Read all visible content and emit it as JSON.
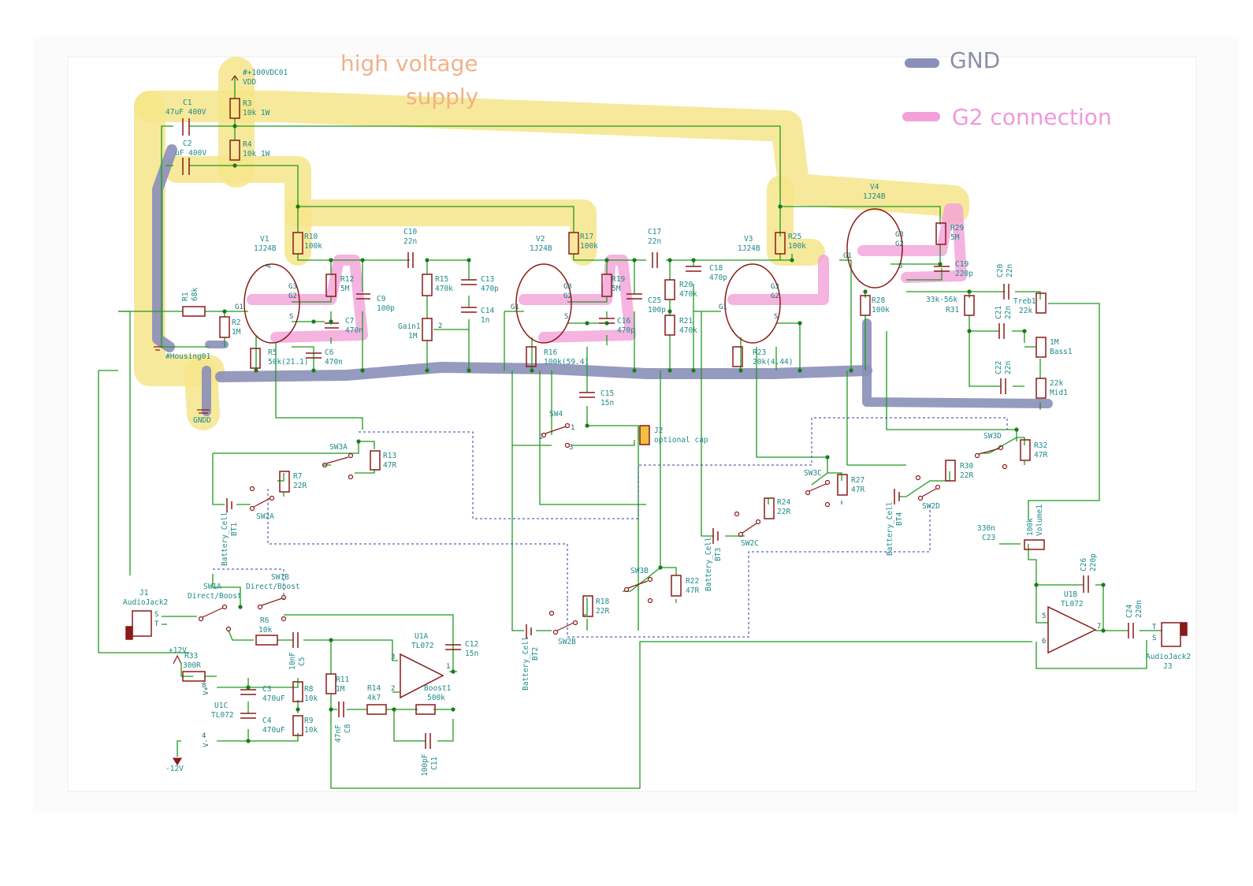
{
  "annotations": {
    "hv_line1": "high voltage",
    "hv_line2": "supply",
    "gnd_legend": "GND",
    "g2_legend": "G2 connection"
  },
  "colors": {
    "background": "#ffffff",
    "sheet_border": "#e6e6e6",
    "wire": "#1f9a1f",
    "component": "#8b1a1a",
    "ref_text": "#1f8a8a",
    "junction": "#1a7a1a",
    "dashed_bus": "#3a3aa8",
    "hv_highlight": "#f6e58a",
    "hv_text": "#f0b28a",
    "gnd_highlight": "#8a8fb8",
    "g2_highlight": "#f3a0d8",
    "gnd_text": "#8a8fa8",
    "g2_text": "#ee99dd"
  },
  "labels": {
    "supply_net": "#+100VDC01",
    "vdd": "VDD",
    "c1": "C1",
    "c1_val": "47uF 400V",
    "c2": "C2",
    "c2_val": "uF 400V",
    "r3": "R3",
    "r3_val": "10k 1W",
    "r4": "R4",
    "r4_val": "10k 1W",
    "r1": "R1",
    "r1_val": "68k",
    "r2": "R2",
    "r2_val": "1M",
    "housing": "#Housing01",
    "gndd": "GNDD",
    "v1": "V1",
    "v1_type": "1J24B",
    "v2": "V2",
    "v2_type": "1J24B",
    "v3": "V3",
    "v3_type": "1J24B",
    "v4": "V4",
    "v4_type": "1J24B",
    "r10": "R10",
    "r10_val": "100k",
    "r12": "R12",
    "r12_val": "5M",
    "c7": "C7",
    "c7_val": "470n",
    "c9": "C9",
    "c9_val": "100p",
    "c10": "C10",
    "c10_val": "22n",
    "r15": "R15",
    "r15_val": "470k",
    "c13": "C13",
    "c13_val": "470p",
    "c14": "C14",
    "c14_val": "1n",
    "gain1": "Gain1",
    "gain1_val": "1M",
    "r5": "R5",
    "r5_val": "50k(21.1)",
    "c6": "C6",
    "c6_val": "470n",
    "r17": "R17",
    "r17_val": "100k",
    "r19": "R19",
    "r19_val": "5M",
    "c16": "C16",
    "c16_val": "470p",
    "c25": "C25",
    "c25_val": "100p",
    "c17": "C17",
    "c17_val": "22n",
    "r20": "R20",
    "r20_val": "470k",
    "r21": "R21",
    "r21_val": "470k",
    "c18": "C18",
    "c18_val": "470p",
    "r16": "R16",
    "r16_val": "100k(59.4)",
    "c15": "C15",
    "c15_val": "15n",
    "sw4": "SW4",
    "j2": "J2",
    "j2_val": "optional cap",
    "r25": "R25",
    "r25_val": "100k",
    "r23": "R23",
    "r23_val": "20k(4.44)",
    "r29": "R29",
    "r29_val": "5M",
    "c19": "C19",
    "c19_val": "220p",
    "r28": "R28",
    "r28_val": "100k",
    "r31": "R31",
    "r31_val": "33k-56k",
    "c20": "C20",
    "c20_val": "22n",
    "c21": "C21",
    "c21_val": "22n",
    "c22": "C22",
    "c22_val": "22n",
    "treb1": "Treb1",
    "treb1_val": "22k",
    "bass1": "Bass1",
    "bass1_val": "1M",
    "mid1": "Mid1",
    "mid1_val": "22k",
    "sw3a": "SW3A",
    "r13": "R13",
    "r13_val": "47R",
    "r7": "R7",
    "r7_val": "22R",
    "sw2a": "SW2A",
    "bt1": "BT1",
    "bt1_val": "Battery_Cell",
    "sw3b": "SW3B",
    "r22": "R22",
    "r22_val": "47R",
    "r18": "R18",
    "r18_val": "22R",
    "sw2b": "SW2B",
    "bt2": "BT2",
    "bt2_val": "Battery_Cell",
    "sw3c": "SW3C",
    "r27": "R27",
    "r27_val": "47R",
    "r24": "R24",
    "r24_val": "22R",
    "sw2c": "SW2C",
    "bt3": "BT3",
    "bt3_val": "Battery_Cell",
    "sw3d": "SW3D",
    "r32": "R32",
    "r32_val": "47R",
    "r30": "R30",
    "r30_val": "22R",
    "sw2d": "SW2D",
    "bt4": "BT4",
    "bt4_val": "Battery_Cell",
    "j1": "J1",
    "j1_val": "AudioJack2",
    "sw1a": "SW1A",
    "sw1a_val": "Direct/Boost",
    "sw1b": "SW1B",
    "sw1b_val": "Direct/Boost",
    "r6": "R6",
    "r6_val": "10k",
    "c5": "C5",
    "c5_val": "10nF",
    "u1a": "U1A",
    "u1a_val": "TL072",
    "c12": "C12",
    "c12_val": "15n",
    "r11": "R11",
    "r11_val": "1M",
    "r14": "R14",
    "r14_val": "4k7",
    "boost1": "Boost1",
    "boost1_val": "500k",
    "c8": "C8",
    "c8_val": "47nF",
    "c11": "C11",
    "c11_val": "100pF",
    "plus12": "+12V",
    "r33": "R33",
    "r33_val": "300R",
    "u1c": "U1C",
    "u1c_val": "TL072",
    "c3": "C3",
    "c3_val": "470uF",
    "c4": "C4",
    "c4_val": "470uF",
    "r8": "R8",
    "r8_val": "10k",
    "r9": "R9",
    "r9_val": "10k",
    "minus12": "-12V",
    "c23": "C23",
    "c23_val": "330n",
    "volume1": "Volume1",
    "volume1_val": "100k",
    "c26": "C26",
    "c26_val": "220p",
    "u1b": "U1B",
    "u1b_val": "TL072",
    "c24": "C24",
    "c24_val": "220n",
    "j3": "J3",
    "j3_val": "AudioJack2",
    "pin_g1": "G1",
    "pin_g2": "G2",
    "pin_g3": "G3",
    "pin_a": "A",
    "pin_s": "S",
    "pin_t": "T",
    "pin_vp": "V+",
    "pin_vm": "V-",
    "n1": "1",
    "n2": "2",
    "n3": "3",
    "n4": "4",
    "n5": "5",
    "n6": "6",
    "n7": "7",
    "n8": "8"
  }
}
